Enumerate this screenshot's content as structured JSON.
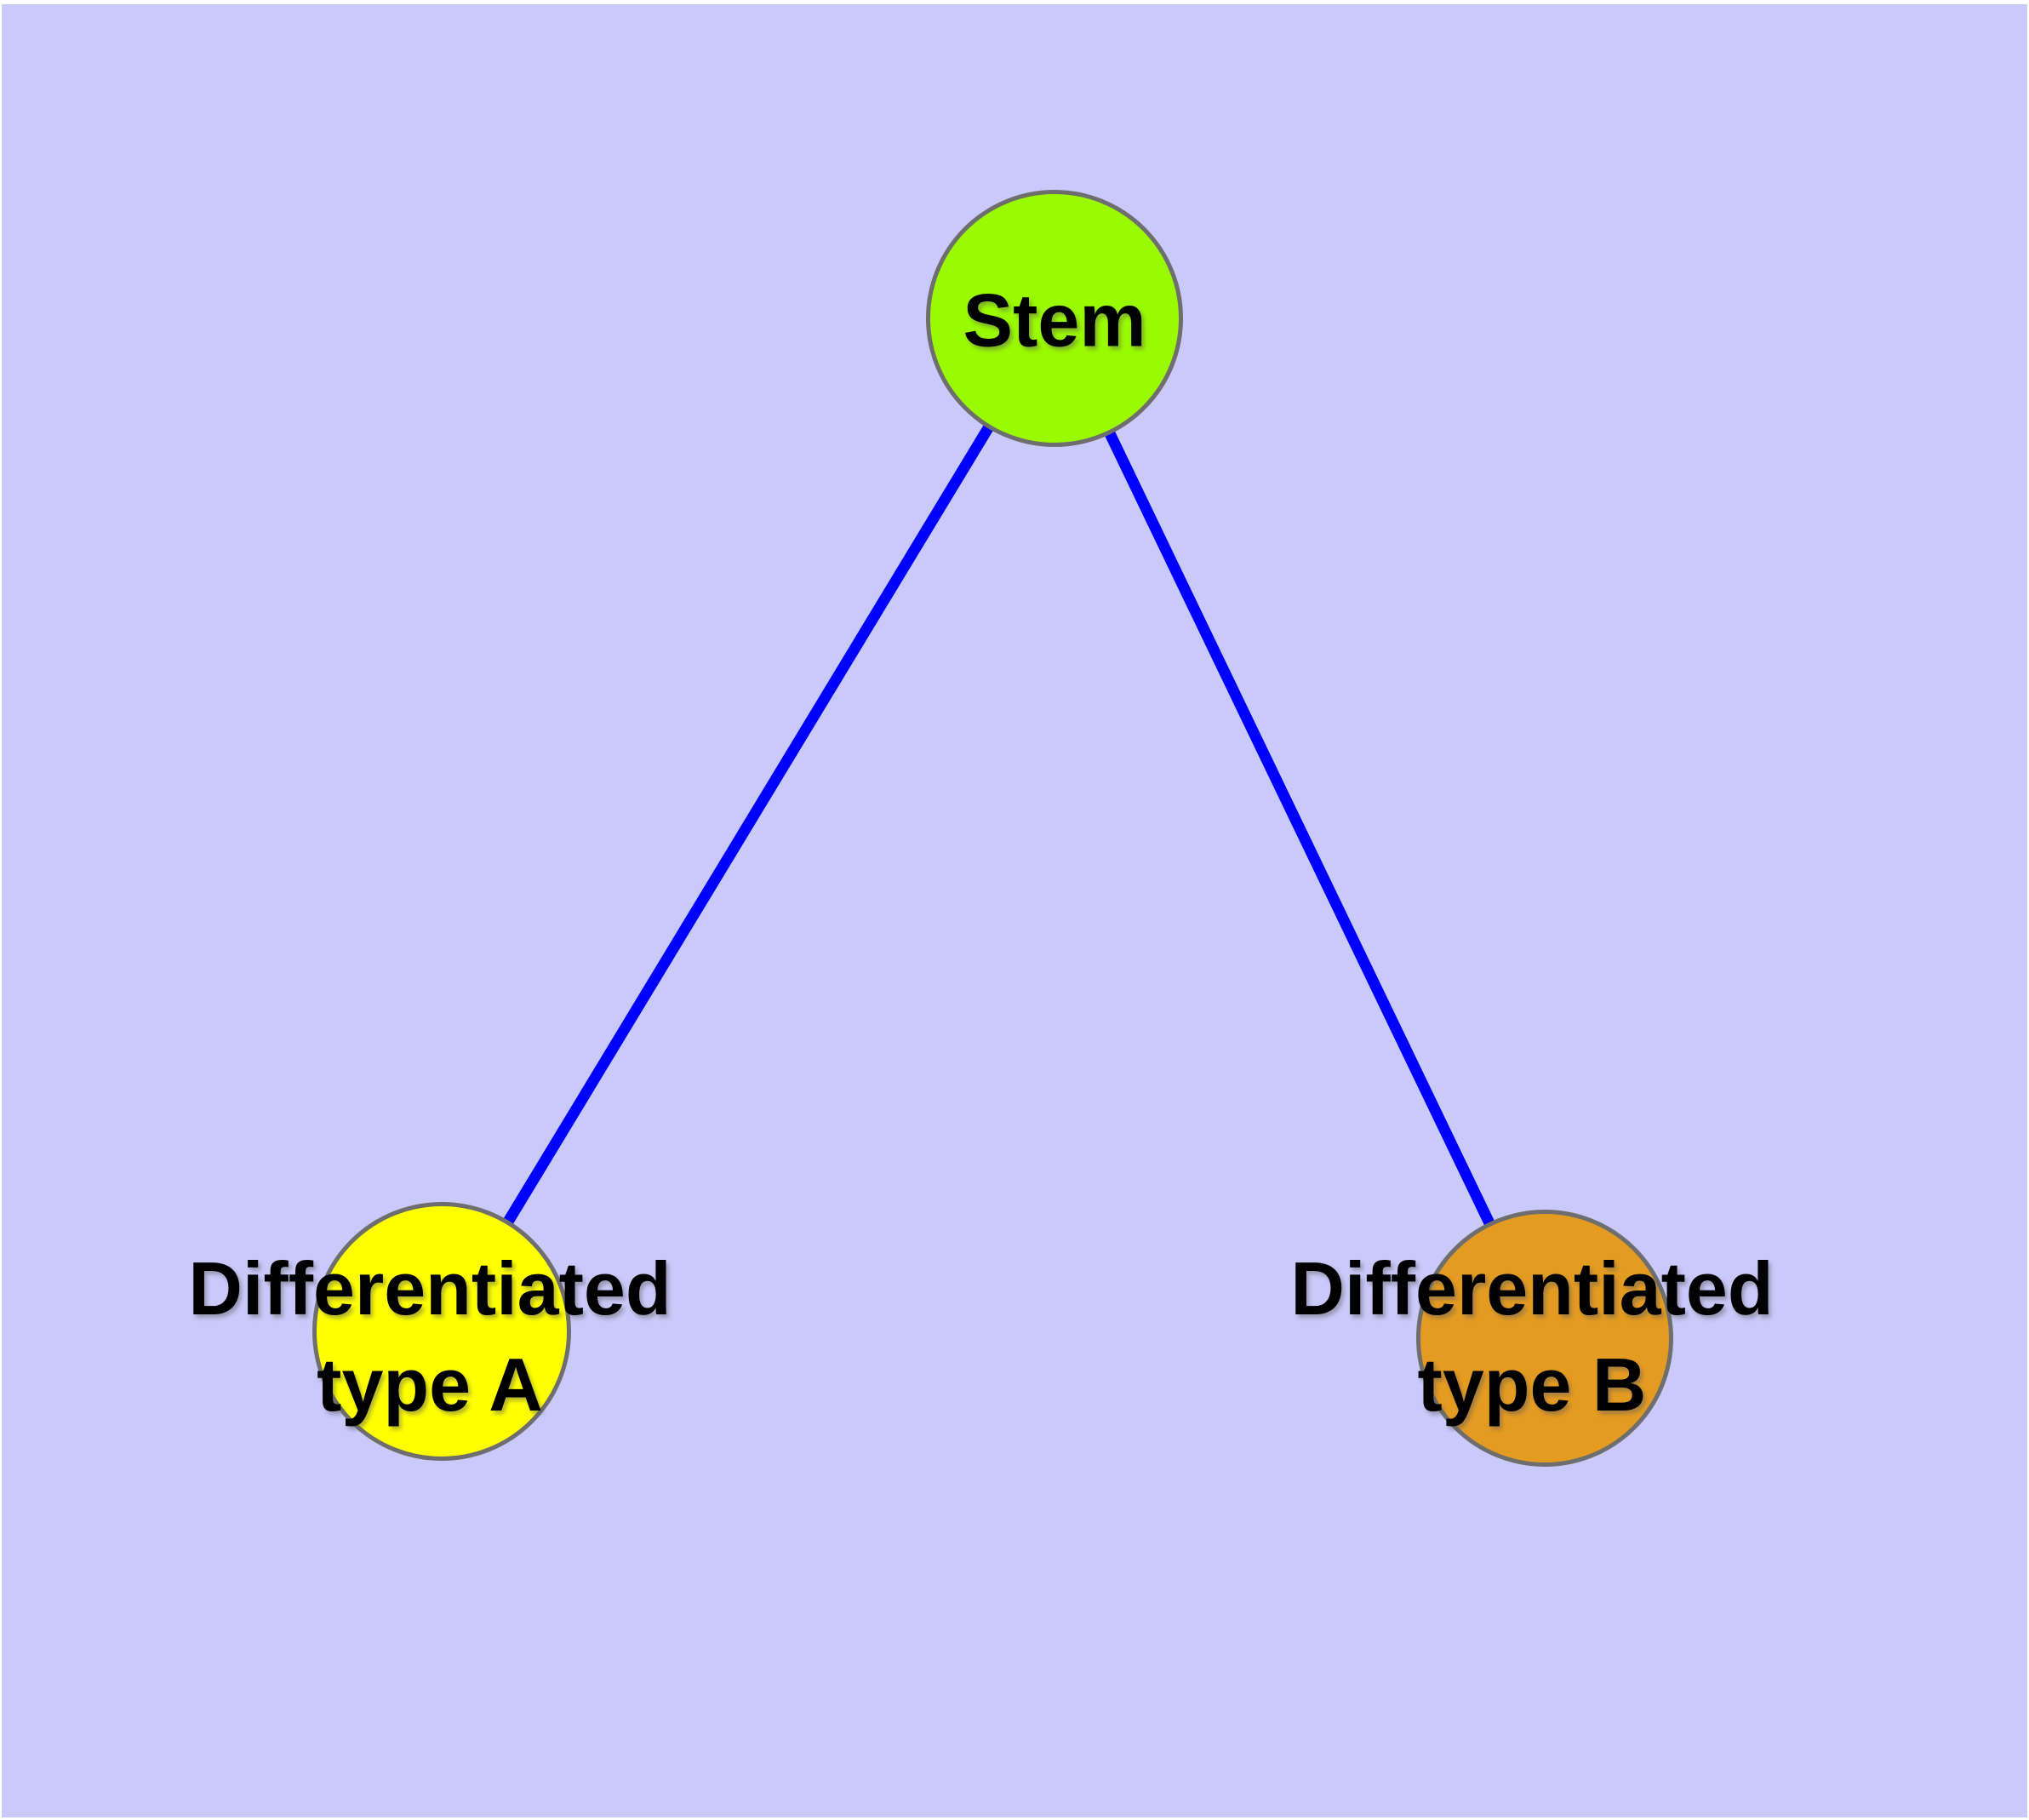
{
  "diagram": {
    "background_color": "#C9C9FA",
    "nodes": {
      "stem": {
        "label": "Stem",
        "fill": "#9AFA00",
        "border_color": "#6E6E6E"
      },
      "type_a": {
        "label_line1": "Differentiated",
        "label_line2": "type A",
        "fill": "#FFFF00",
        "border_color": "#6E6E6E"
      },
      "type_b": {
        "label_line1": "Differentiated",
        "label_line2": "type B",
        "fill": "#E49B21",
        "border_color": "#6E6E6E"
      }
    },
    "edges": {
      "color": "#0000FF",
      "width": 13,
      "items": [
        {
          "from": "stem",
          "to": "type_a"
        },
        {
          "from": "stem",
          "to": "type_b"
        }
      ]
    }
  }
}
